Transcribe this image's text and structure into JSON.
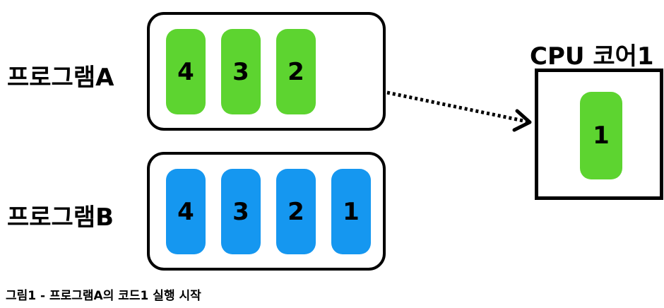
{
  "programs": [
    {
      "label": "프로그램A",
      "color": "#5dd430",
      "codes": [
        "4",
        "3",
        "2"
      ]
    },
    {
      "label": "프로그램B",
      "color": "#1597f0",
      "codes": [
        "4",
        "3",
        "2",
        "1"
      ]
    }
  ],
  "cpu": {
    "title": "CPU 코어1",
    "running_code": "1",
    "running_color": "#5dd430"
  },
  "caption": "그림1 - 프로그램A의 코드1 실행 시작"
}
